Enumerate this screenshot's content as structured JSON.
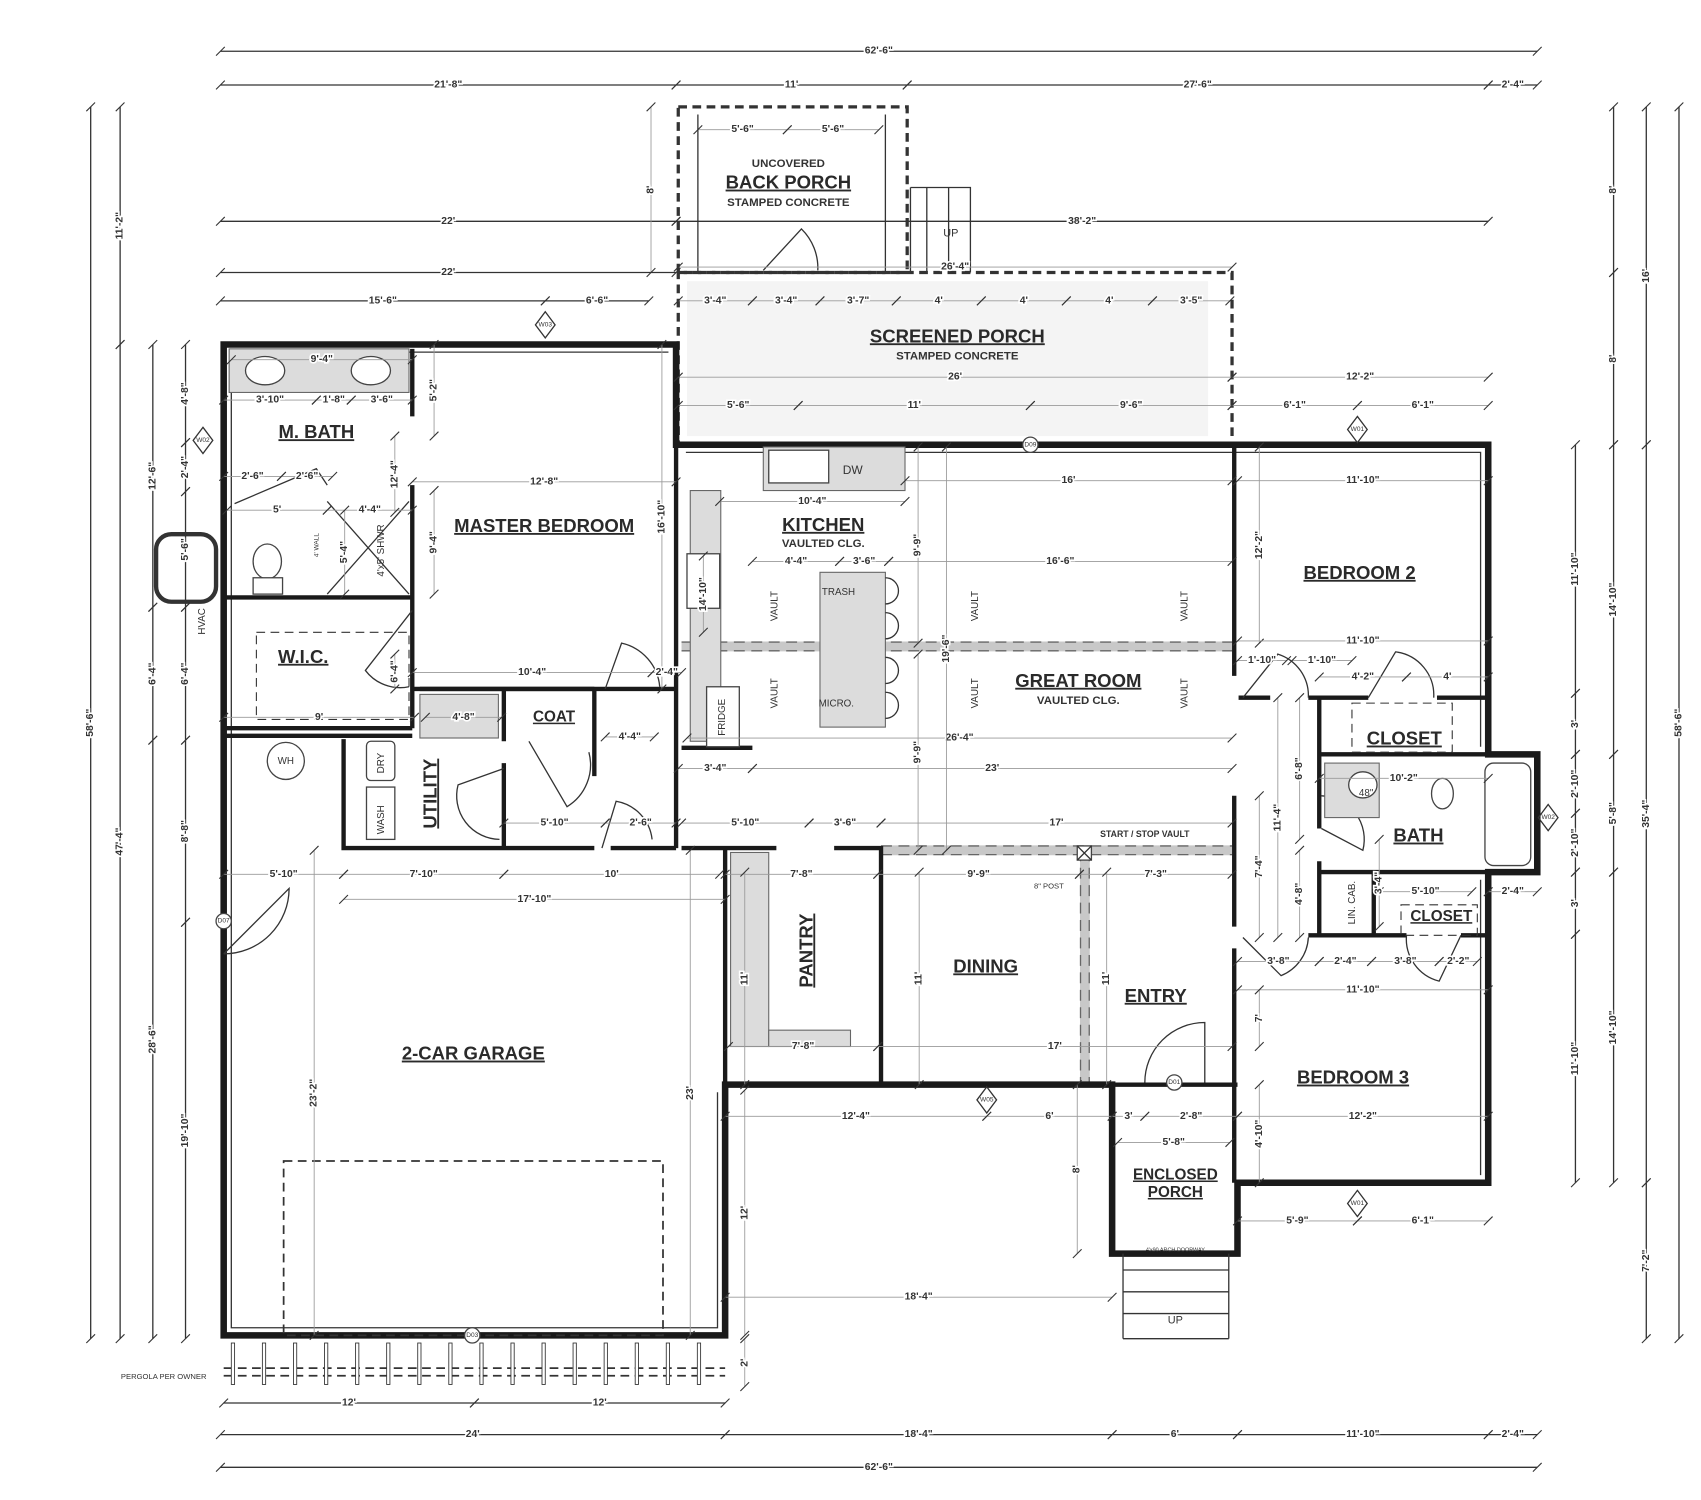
{
  "rooms": {
    "back_porch": {
      "top": "UNCOVERED",
      "label": "BACK PORCH",
      "sub": "STAMPED CONCRETE"
    },
    "screened_porch": {
      "label": "SCREENED PORCH",
      "sub": "STAMPED CONCRETE"
    },
    "master_bath": {
      "label": "M. BATH"
    },
    "master_bedroom": {
      "label": "MASTER BEDROOM"
    },
    "wic": {
      "label": "W.I.C."
    },
    "kitchen": {
      "label": "KITCHEN",
      "sub": "VAULTED CLG."
    },
    "great_room": {
      "label": "GREAT ROOM",
      "sub": "VAULTED CLG."
    },
    "bedroom_2": {
      "label": "BEDROOM 2"
    },
    "closet_1": {
      "label": "CLOSET"
    },
    "bath": {
      "label": "BATH"
    },
    "closet_2": {
      "label": "CLOSET"
    },
    "coat": {
      "label": "COAT"
    },
    "utility": {
      "label": "UTILITY"
    },
    "pantry": {
      "label": "PANTRY"
    },
    "dining": {
      "label": "DINING"
    },
    "entry": {
      "label": "ENTRY"
    },
    "garage": {
      "label": "2-CAR GARAGE"
    },
    "bedroom_3": {
      "label": "BEDROOM 3"
    },
    "enclosed_porch": {
      "label_1": "ENCLOSED",
      "label_2": "PORCH"
    }
  },
  "fixtures": {
    "dw": "DW",
    "trash": "TRASH",
    "micro": "MICRO.",
    "fridge": "FRIDGE",
    "vault": "VAULT",
    "dry": "DRY",
    "wash": "WASH",
    "wh": "WH",
    "hvac": "HVAC",
    "shower": "4'x5' SHWR",
    "lin_cab": "LIN. CAB.",
    "vanity_48": "48\"",
    "half_wall": "4' WALL"
  },
  "notes": {
    "up_back": "UP",
    "up_front": "UP",
    "start_stop_vault": "START / STOP VAULT",
    "post": "8\" POST",
    "pergola": "PERGOLA PER OWNER",
    "arch": "4'x90 ARCH DOORWAY"
  },
  "tags": {
    "w03": "W03",
    "w01": "W01",
    "w02": "W02",
    "w05": "W05",
    "d09": "D09",
    "d01": "D01",
    "d03": "D03",
    "d07": "D07"
  },
  "dimensions": {
    "top": [
      "62'-6\"",
      "21'-8\"",
      "11'",
      "27'-6\"",
      "2'-4\"",
      "22'",
      "38'-2\"",
      "22'",
      "15'-6\"",
      "6'-6\""
    ],
    "bottom": [
      "12'",
      "12'",
      "24'",
      "18'-4\"",
      "6'",
      "11'-10\"",
      "2'-4\"",
      "62'-6\""
    ],
    "left": [
      "58'-6\"",
      "11'-2\"",
      "47'-4\"",
      "12'-6\"",
      "6'-4\"",
      "28'-6\"",
      "4'-8\"",
      "2'-4\"",
      "5'-6\"",
      "6'-4\"",
      "8'-8\"",
      "19'-10\""
    ],
    "right": [
      "58'-6\"",
      "16'",
      "35'-4\"",
      "7'-2\"",
      "8'",
      "8'",
      "14'-10\"",
      "5'-8\"",
      "14'-10\"",
      "11'-10\"",
      "3'",
      "2'-10\"",
      "2'-10\"",
      "3'",
      "11'-10\""
    ],
    "interior": [
      "5'-6\"",
      "5'-6\"",
      "8'",
      "26'-4\"",
      "3'-4\"",
      "3'-4\"",
      "3'-7\"",
      "4'",
      "4'",
      "4'",
      "3'-5\"",
      "26'",
      "12'-2\"",
      "5'-6\"",
      "11'",
      "9'-6\"",
      "6'-1\"",
      "6'-1\"",
      "9'-4\"",
      "3'-10\"",
      "1'-8\"",
      "3'-6\"",
      "5'-2\"",
      "2'-6\"",
      "2'-6\"",
      "5'",
      "4'-4\"",
      "5'-4\"",
      "12'-4\"",
      "9'-4\"",
      "12'-8\"",
      "16'-10\"",
      "10'-4\"",
      "2'-4\"",
      "9'",
      "4'-8\"",
      "6'-4\"",
      "10'-4\"",
      "16'",
      "4'-4\"",
      "3'-6\"",
      "16'-6\"",
      "26'-4\"",
      "3'-4\"",
      "23'",
      "5'-10\"",
      "3'-6\"",
      "17'",
      "9'-9\"",
      "19'-6\"",
      "9'-9\"",
      "14'-10\"",
      "4'-4\"",
      "5'-10\"",
      "2'-6\"",
      "5'-10\"",
      "7'-10\"",
      "10'",
      "7'-8\"",
      "9'-9\"",
      "7'-3\"",
      "17'-10\"",
      "7'-8\"",
      "17'",
      "11'",
      "11'",
      "11'",
      "23'-2\"",
      "23'",
      "12'-4\"",
      "6'",
      "3'",
      "2'-8\"",
      "5'-8\"",
      "8'",
      "12'",
      "18'-4\"",
      "2'",
      "11'-10\"",
      "12'-2\"",
      "11'-10\"",
      "4'-2\"",
      "4'",
      "10'-2\"",
      "5'-10\"",
      "2'-4\"",
      "3'-8\"",
      "2'-4\"",
      "3'-8\"",
      "2'-2\"",
      "11'-10\"",
      "11'-4\"",
      "7'-4\"",
      "6'-8\"",
      "4'-8\"",
      "3'-4\"",
      "7'",
      "12'-2\"",
      "4'-10\"",
      "5'-9\"",
      "6'-1\"",
      "1'-10\"",
      "1'-10\""
    ]
  }
}
